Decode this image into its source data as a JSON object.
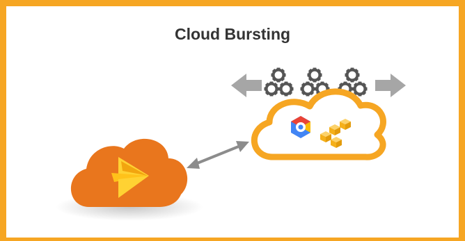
{
  "diagram": {
    "title": "Cloud Bursting",
    "colors": {
      "frame_border": "#f6a623",
      "title_text": "#333333",
      "private_cloud_fill": "#e9761d",
      "private_cloud_logo": "#ffd233",
      "public_cloud_stroke": "#f6a623",
      "gear": "#555555",
      "arrow": "#a6a6a6",
      "connector": "#8c8c8c",
      "google_blue": "#4285f4",
      "google_red": "#ea4335",
      "google_yellow": "#fbbc05",
      "aws_cube": "#f8b81c"
    },
    "nodes": [
      {
        "name": "private-cloud",
        "icon": "orange-cloud-with-gold-arrow-logo"
      },
      {
        "name": "public-cloud",
        "icons": [
          "google-cloud-hexagon-icon",
          "aws-cubes-icon"
        ]
      },
      {
        "name": "compute-gears",
        "icon": "gear-cluster-icon",
        "count": 3
      }
    ],
    "edges": [
      {
        "from": "private-cloud",
        "to": "public-cloud",
        "style": "bidirectional-arrow"
      }
    ],
    "scale_arrows": [
      "left",
      "right"
    ]
  }
}
